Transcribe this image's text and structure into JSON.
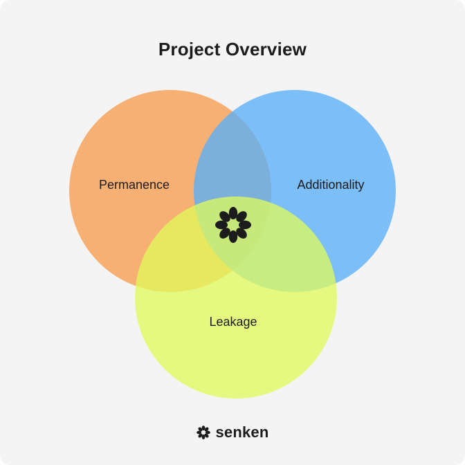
{
  "title": "Project Overview",
  "circles": [
    {
      "label": "Permanence",
      "color": "#f6a35c"
    },
    {
      "label": "Additionality",
      "color": "#5aaef7"
    },
    {
      "label": "Leakage",
      "color": "#e0fb5a"
    }
  ],
  "center_icon": "senken-flower-icon",
  "brand": {
    "name": "senken",
    "icon": "senken-flower-icon"
  },
  "colors": {
    "background": "#f4f4f4",
    "text": "#1c1c1c"
  }
}
